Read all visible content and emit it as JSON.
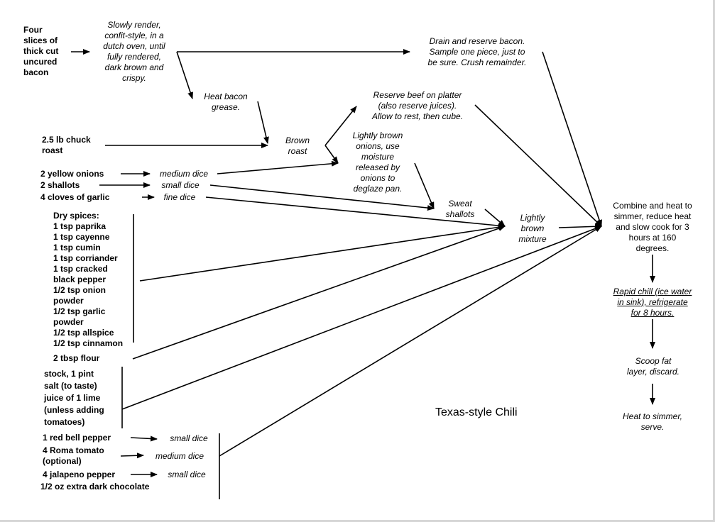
{
  "title": "Texas-style Chili",
  "ingredients": {
    "bacon": "Four\nslices of\nthick cut\nuncured\nbacon",
    "chuck": "2.5 lb chuck\nroast",
    "onions": "2 yellow onions",
    "shallots": "2 shallots",
    "garlic": "4 cloves of garlic",
    "spices": "Dry spices:\n1 tsp paprika\n1 tsp cayenne\n1 tsp cumin\n1 tsp corriander\n1 tsp cracked\nblack pepper\n1/2 tsp onion\npowder\n1/2 tsp garlic\npowder\n1/2 tsp allspice\n1/2 tsp cinnamon",
    "flour": "2 tbsp flour",
    "liquids": "stock, 1 pint\nsalt (to taste)\njuice of 1 lime\n(unless adding\ntomatoes)",
    "bell_pepper": "1 red bell pepper",
    "tomato": "4 Roma tomato\n(optional)",
    "jalapeno": "4 jalapeno pepper",
    "chocolate": "1/2 oz extra dark chocolate"
  },
  "prep": {
    "onions": "medium dice",
    "shallots": "small dice",
    "garlic": "fine dice",
    "bell_pepper": "small dice",
    "tomato": "medium dice",
    "jalapeno": "small dice"
  },
  "steps": {
    "render": "Slowly render,\nconfit-style, in a\ndutch oven, until\nfully rendered,\ndark brown and\ncrispy.",
    "drain": "Drain and reserve bacon.\nSample one piece, just to\nbe sure. Crush remainder.",
    "heat_grease": "Heat bacon\ngrease.",
    "reserve_beef": "Reserve beef on platter\n(also reserve juices).\nAllow to rest, then cube.",
    "brown_roast": "Brown\nroast",
    "brown_onions": "Lightly brown\nonions, use\nmoisture\nreleased by\nonions to\ndeglaze pan.",
    "sweat": "Sweat\nshallots",
    "brown_mixture": "Lightly\nbrown\nmixture",
    "combine": "Combine and heat to\nsimmer, reduce heat\nand slow cook for 3\nhours at 160\ndegrees.",
    "chill": "Rapid chill (ice water\nin sink), refrigerate\nfor 8 hours.",
    "scoop": "Scoop fat\nlayer, discard.",
    "serve": "Heat to simmer,\nserve."
  }
}
